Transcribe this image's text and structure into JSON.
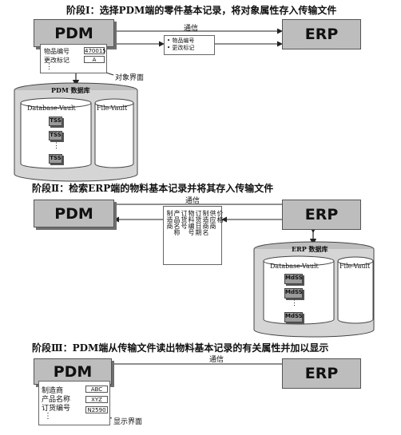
{
  "stage1": {
    "title": "阶段Ⅰ：选择PDM端的零件基本记录，将对象属性存入传输文件",
    "pdm_label": "PDM",
    "erp_label": "ERP",
    "comm_label": "通信",
    "file_lines": [
      "• 物品编号",
      "• 更改标记"
    ],
    "form_fields": [
      {
        "label": "物品编号",
        "value": "470015"
      },
      {
        "label": "更改标记",
        "value": "A"
      }
    ],
    "form_ellipsis": "⋮",
    "object_ui_label": "对象界面",
    "db_title": "PDM  数据库",
    "vault_left": "Database-Vault",
    "vault_right": "File-Vault",
    "records": [
      "TSS",
      "TSS",
      "TSS"
    ],
    "record_ellipsis": "⋮"
  },
  "stage2": {
    "title": "阶段Ⅱ：检索ERP端的物料基本记录并将其存入传输文件",
    "pdm_label": "PDM",
    "erp_label": "ERP",
    "comm_label": "通信",
    "file_lines": [
      "制造商",
      "产品名称",
      "订货号",
      "物料编号",
      "订货日期",
      "制造商名",
      "供应商",
      "价格"
    ],
    "db_title": "ERP  数据库",
    "vault_left": "Database-Vault",
    "vault_right": "File-Vault",
    "records": [
      "MdSS",
      "MdSS",
      "MdSS"
    ],
    "record_ellipsis": "⋮"
  },
  "stage3": {
    "title": "阶段Ⅲ：PDM端从传输文件读出物料基本记录的有关属性并加以显示",
    "pdm_label": "PDM",
    "erp_label": "ERP",
    "comm_label": "通信",
    "form_fields": [
      {
        "label": "制造商",
        "value": "ABC"
      },
      {
        "label": "产品名称",
        "value": "XYZ"
      },
      {
        "label": "订货编号",
        "value": "N2590"
      }
    ],
    "form_ellipsis": "⋮",
    "display_ui_label": "显示界面"
  }
}
